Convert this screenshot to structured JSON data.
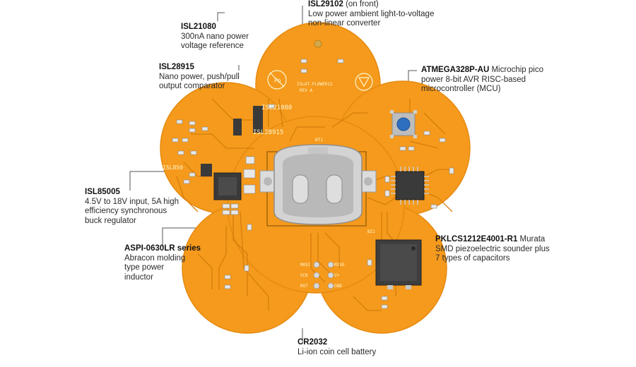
{
  "diagram": {
    "callouts": [
      {
        "id": "isl21080",
        "title": "ISL21080",
        "title_rest": "",
        "desc": [
          "300nA nano power",
          "voltage reference"
        ]
      },
      {
        "id": "isl28915",
        "title": "ISL28915",
        "title_rest": "",
        "desc": [
          "Nano power, push/pull",
          "output comparator"
        ]
      },
      {
        "id": "isl29102",
        "title": "ISL29102",
        "title_rest": " (on front)",
        "desc": [
          "Low power ambient light-to-voltage",
          "non-linear converter"
        ]
      },
      {
        "id": "atmega",
        "title": "ATMEGA328P-AU",
        "title_rest": " Microchip pico",
        "desc": [
          "power 8-bit AVR RISC-based",
          "microcontroller (MCU)"
        ]
      },
      {
        "id": "isl85005",
        "title": "ISL85005",
        "title_rest": "",
        "desc": [
          "4.5V to 18V input, 5A high",
          "efficiency synchronous",
          "buck regulator"
        ]
      },
      {
        "id": "aspi",
        "title": "ASPI-0630LR series",
        "title_rest": "",
        "desc": [
          "Abracon molding",
          "type power",
          "inductor"
        ]
      },
      {
        "id": "pkl",
        "title": "PKLCS1212E4001-R1",
        "title_rest": " Murata",
        "desc": [
          "SMD piezoelectric sounder plus",
          "7 types of capacitors"
        ]
      },
      {
        "id": "cr2032",
        "title": "CR2032",
        "title_rest": "",
        "desc": [
          "Li-ion coin cell battery"
        ]
      }
    ],
    "silkscreen": {
      "isl21080": "ISL21080",
      "isl28915": "ISL28915",
      "isl850": "ISL850",
      "board": "ISLAT-FLOWER12",
      "rev": "REV A",
      "bt1": "BT1",
      "bz1": "BZ1",
      "pb": "Pb",
      "mosi": "MOSI",
      "sck": "SCK",
      "rst": "RST",
      "miso": "MISO",
      "vplus": "V+",
      "gnd": "GND"
    },
    "colors": {
      "board": "#f59a1c",
      "board_edge": "#e58a10",
      "trace": "#d97f0c",
      "pad": "#c9c9c9",
      "text": "#2b2b2b",
      "leader": "#555555"
    }
  }
}
